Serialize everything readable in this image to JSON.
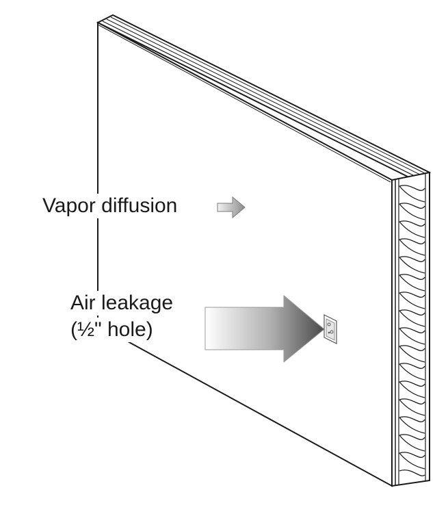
{
  "labels": {
    "vapor": "Vapor diffusion",
    "air_line1": "Air leakage",
    "air_line2": "(½\" hole)"
  },
  "colors": {
    "outline": "#1a1a1a",
    "arrow_dark": "#4a4a4a",
    "arrow_light": "#ffffff",
    "insulation": "#ffffff"
  },
  "icons": {
    "vapor_arrow": "arrow-right-icon",
    "air_arrow": "arrow-right-icon",
    "hole": "outlet-hole-icon"
  }
}
